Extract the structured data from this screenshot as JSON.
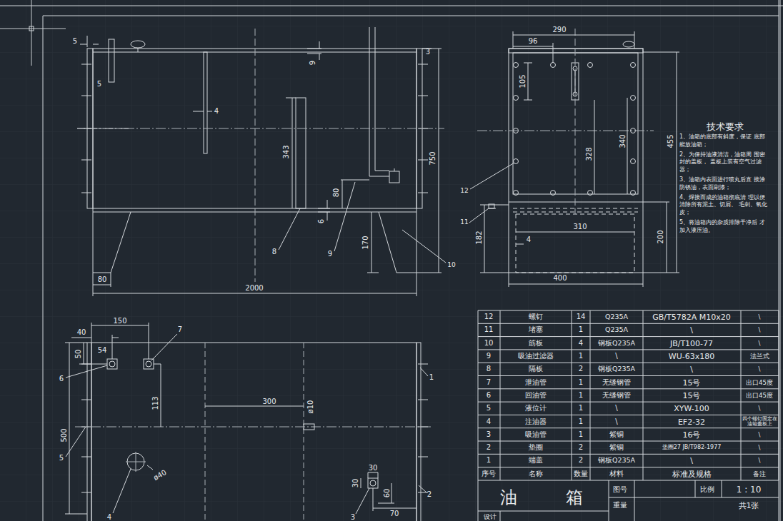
{
  "diagram": {
    "labels": [
      "5",
      "5",
      "9",
      "3",
      "4",
      "343",
      "750",
      "80",
      "6",
      "170",
      "8",
      "9",
      "10",
      "80",
      "2000",
      "290",
      "96",
      "105",
      "340",
      "455",
      "328",
      "12",
      "11",
      "310",
      "4",
      "182",
      "200",
      "400",
      "技术要求",
      "1、油箱的底部有斜度，保证 底部能放油箱；",
      "2、为保持油液清洁，油箱周 围密封的盖板， 盖板上装有空气过滤器；",
      "3、油箱内表面进行喷丸后直 接涂防锈油，表面刷漆；",
      "4、焊接而成的油箱彻底清 理以便清除所有泥土、切屑、 毛刺、氧化皮；",
      "5、将油箱内的杂质排除干净后 才加入液压油。",
      "150",
      "40",
      "7",
      "50",
      "54",
      "6",
      "113",
      "300",
      "ø10",
      "1",
      "500",
      "5",
      "ø40",
      "30",
      "30",
      "60",
      "2",
      "4",
      "3",
      "70",
      "12",
      "螺钉",
      "14",
      "Q235A",
      "GB/T5782A M10x20",
      "\\",
      "11",
      "堵塞",
      "1",
      "Q235A",
      "\\",
      "\\",
      "10",
      "筋板",
      "4",
      "钢板Q235A",
      "JB/T100-77",
      "\\",
      "9",
      "吸油过滤器",
      "1",
      "\\",
      "WU-63x180",
      "法兰式",
      "8",
      "隔板",
      "2",
      "钢板Q235A",
      "\\",
      "\\",
      "7",
      "泄油管",
      "1",
      "无缝钢管",
      "15号",
      "出口45度",
      "6",
      "回油管",
      "1",
      "无缝钢管",
      "15号",
      "出口45度",
      "5",
      "液位计",
      "1",
      "\\",
      "XYW-100",
      "\\",
      "4",
      "注油器",
      "1",
      "\\",
      "EF2-32",
      "四个螺钉固定在 油箱盖板上",
      "3",
      "吸油管",
      "1",
      "紫铜",
      "16号",
      "\\",
      "2",
      "垫圈",
      "2",
      "紫铜",
      "垫圈27 JB/T982-1977",
      "\\",
      "1",
      "端盖",
      "2",
      "钢板Q235A",
      "\\",
      "\\",
      "序号",
      "名称",
      "数量",
      "材料",
      "标准及规格",
      "备注",
      "油 箱",
      "图号",
      "比例",
      "1 : 10",
      "重量",
      "共1张",
      "设计"
    ]
  }
}
